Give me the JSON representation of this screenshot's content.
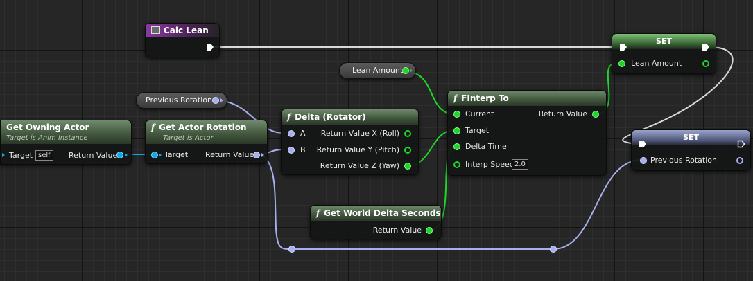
{
  "graph": {
    "nodes": {
      "calc_lean": {
        "title": "Calc Lean"
      },
      "get_owning_actor": {
        "title": "Get Owning Actor",
        "subtitle": "Target is Anim Instance",
        "pin_target": "Target",
        "target_default": "self",
        "pin_return": "Return Value"
      },
      "get_actor_rotation": {
        "title": "Get Actor Rotation",
        "subtitle": "Target is Actor",
        "pin_target": "Target",
        "pin_return": "Return Value"
      },
      "previous_rotation_var": {
        "label": "Previous Rotation"
      },
      "lean_amount_var": {
        "label": "Lean Amount"
      },
      "delta_rotator": {
        "title": "Delta (Rotator)",
        "pin_a": "A",
        "pin_b": "B",
        "out_x": "Return Value X (Roll)",
        "out_y": "Return Value Y (Pitch)",
        "out_z": "Return Value Z (Yaw)"
      },
      "finterp_to": {
        "title": "FInterp To",
        "pin_current": "Current",
        "pin_target": "Target",
        "pin_delta": "Delta Time",
        "pin_speed": "Interp Speed",
        "speed_value": "2.0",
        "pin_return": "Return Value"
      },
      "get_world_delta": {
        "title": "Get World Delta Seconds",
        "pin_return": "Return Value"
      },
      "set_lean": {
        "title": "SET",
        "pin": "Lean Amount"
      },
      "set_prev_rot": {
        "title": "SET",
        "pin": "Previous Rotation"
      }
    },
    "colors": {
      "float_pin": "#1ed62a",
      "vector_pin": "#a7b0ef",
      "object_pin": "#13a8e8",
      "exec_wire": "#ffffff",
      "pure_header": "#44593f",
      "event_header": "#8a3aa0"
    }
  }
}
